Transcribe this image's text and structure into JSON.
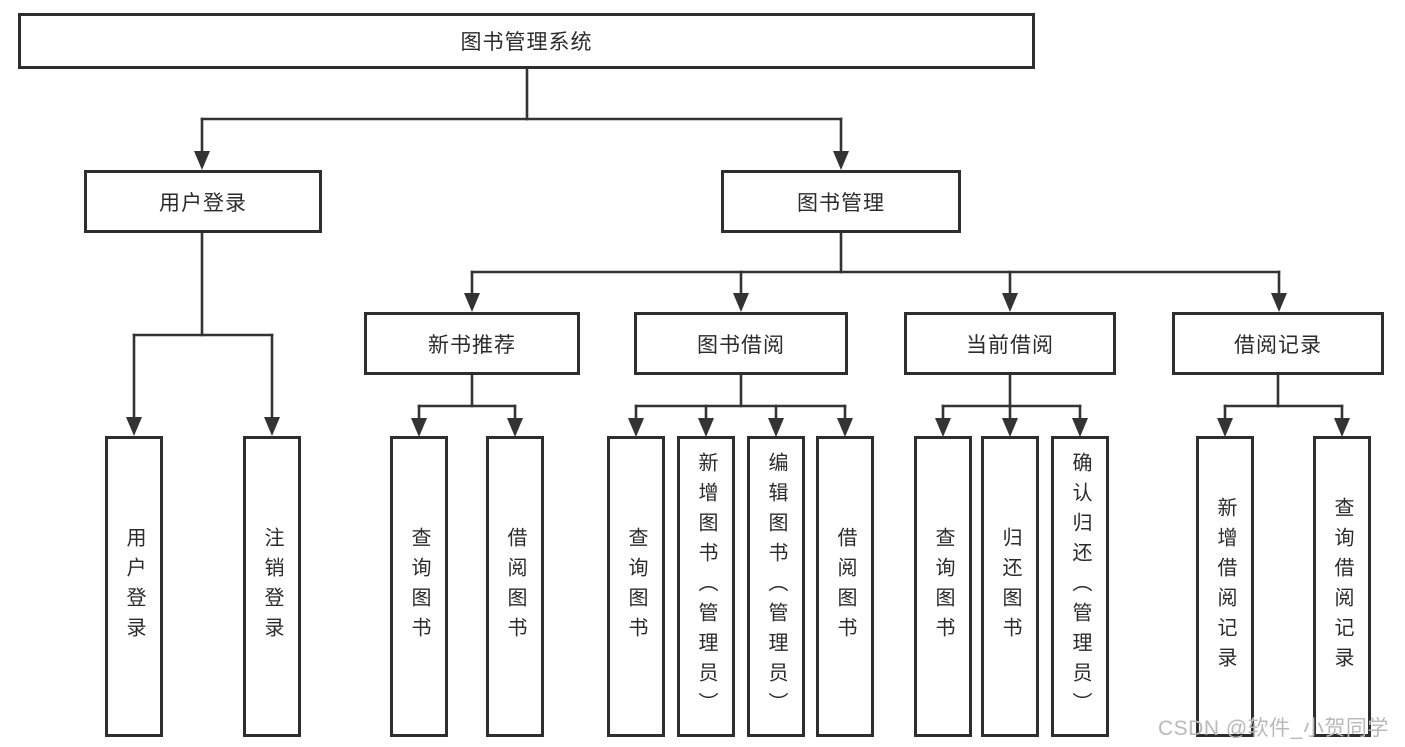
{
  "tree": {
    "root": {
      "label": "图书管理系统"
    },
    "branches": [
      {
        "label": "用户登录",
        "children": [
          {
            "label": "用户登录"
          },
          {
            "label": "注销登录"
          }
        ]
      },
      {
        "label": "图书管理",
        "children": [
          {
            "label": "新书推荐",
            "children": [
              {
                "label": "查询图书"
              },
              {
                "label": "借阅图书"
              }
            ]
          },
          {
            "label": "图书借阅",
            "children": [
              {
                "label": "查询图书"
              },
              {
                "label": "新增图书（管理员）"
              },
              {
                "label": "编辑图书（管理员）"
              },
              {
                "label": "借阅图书"
              }
            ]
          },
          {
            "label": "当前借阅",
            "children": [
              {
                "label": "查询图书"
              },
              {
                "label": "归还图书"
              },
              {
                "label": "确认归还（管理员）"
              }
            ]
          },
          {
            "label": "借阅记录",
            "children": [
              {
                "label": "新增借阅记录"
              },
              {
                "label": "查询借阅记录"
              }
            ]
          }
        ]
      }
    ]
  },
  "watermark": "CSDN @软件_小贺同学",
  "colors": {
    "line": "#333333",
    "box_border": "#2e2e2e",
    "text": "#2b2b2b",
    "watermark": "#b9b9b9",
    "background": "#ffffff"
  }
}
